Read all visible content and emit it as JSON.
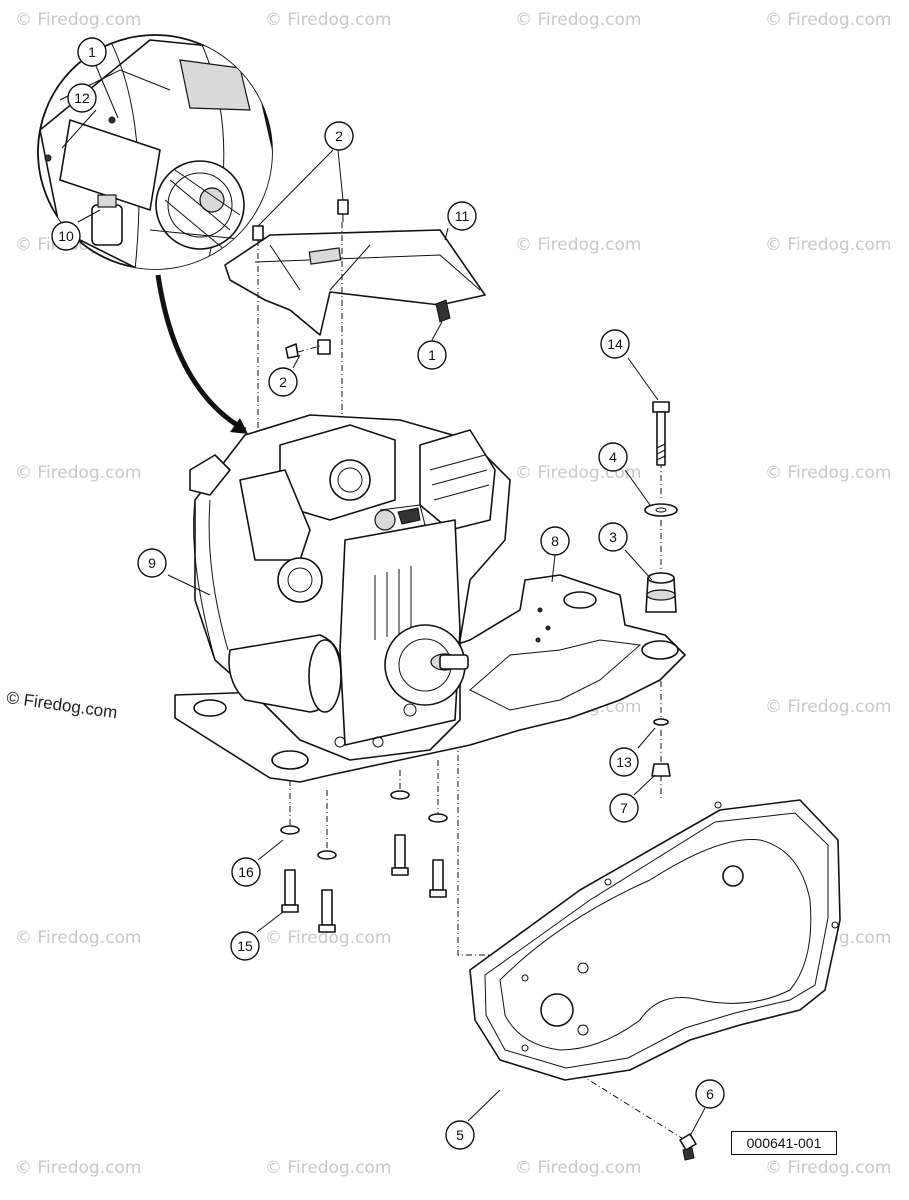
{
  "watermark_text": "© Firedog.com",
  "copyright_text": "© Firedog.com",
  "figure_number": "000641-001",
  "callouts": [
    "1",
    "12",
    "10",
    "2",
    "11",
    "1",
    "2",
    "14",
    "4",
    "3",
    "8",
    "9",
    "13",
    "7",
    "16",
    "15",
    "5",
    "6"
  ]
}
